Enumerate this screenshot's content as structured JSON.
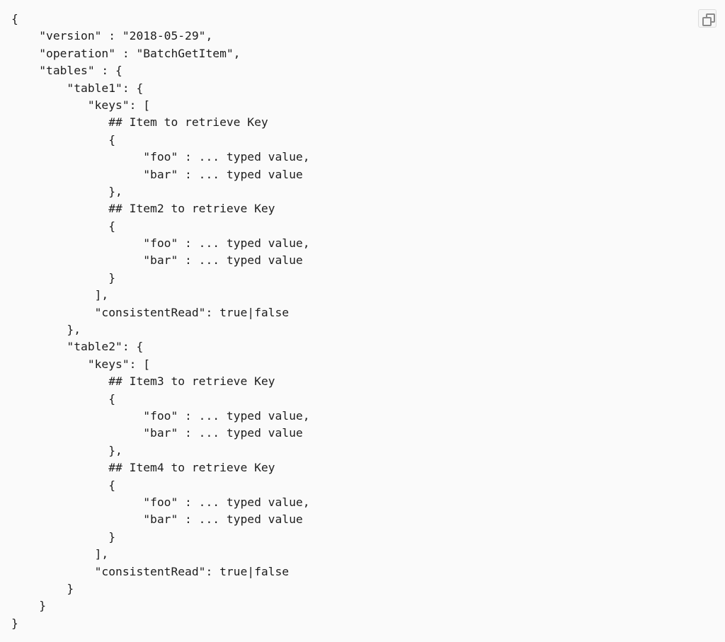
{
  "copy_button": {
    "icon": "copy-icon"
  },
  "code_lines": [
    "{",
    "    \"version\" : \"2018-05-29\",",
    "    \"operation\" : \"BatchGetItem\",",
    "    \"tables\" : {",
    "        \"table1\": {",
    "           \"keys\": [",
    "              ## Item to retrieve Key",
    "              {",
    "                   \"foo\" : ... typed value,",
    "                   \"bar\" : ... typed value",
    "              },",
    "              ## Item2 to retrieve Key",
    "              {",
    "                   \"foo\" : ... typed value,",
    "                   \"bar\" : ... typed value",
    "              }",
    "            ],",
    "            \"consistentRead\": true|false",
    "        },",
    "        \"table2\": {",
    "           \"keys\": [",
    "              ## Item3 to retrieve Key",
    "              {",
    "                   \"foo\" : ... typed value,",
    "                   \"bar\" : ... typed value",
    "              },",
    "              ## Item4 to retrieve Key",
    "              {",
    "                   \"foo\" : ... typed value,",
    "                   \"bar\" : ... typed value",
    "              }",
    "            ],",
    "            \"consistentRead\": true|false",
    "        }",
    "    }",
    "}"
  ]
}
